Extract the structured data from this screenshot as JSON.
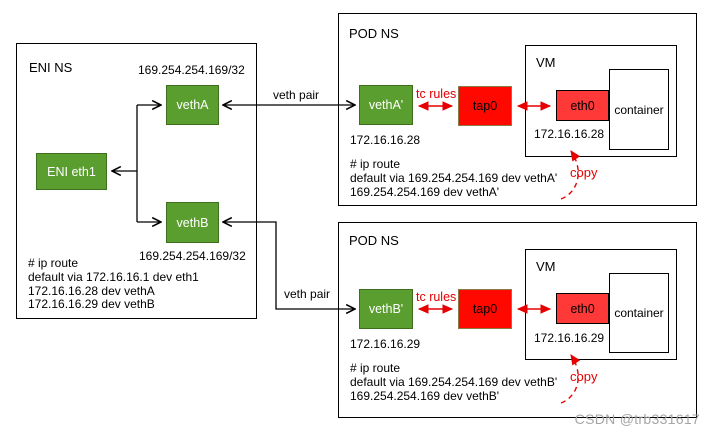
{
  "colors": {
    "node_green": "#5a9e2f",
    "tap_red": "#fe0800",
    "eth_red": "#ff3838",
    "arrow_red": "#e60000",
    "line_black": "#000000",
    "watermark_gray": "#a6a6a6"
  },
  "eni_ns": {
    "title": "ENI NS",
    "subnet_top": "169.254.254.169/32",
    "subnet_bottom": "169.254.254.169/32",
    "veth_a": "vethA",
    "eni_eth1": "ENI eth1",
    "veth_b": "vethB",
    "route": {
      "line1": "# ip route",
      "line2": "default via 172.16.16.1 dev eth1",
      "line3": "172.16.16.28 dev vethA",
      "line4": "172.16.16.29 dev vethB"
    }
  },
  "links": {
    "veth_pair_top": "veth pair",
    "veth_pair_bottom": "veth pair"
  },
  "pod1": {
    "title": "POD NS",
    "veth": "vethA'",
    "veth_ip": "172.16.16.28",
    "tc_rules": "tc rules",
    "tap": "tap0",
    "copy": "copy",
    "vm": {
      "title": "VM",
      "eth": "eth0",
      "eth_ip": "172.16.16.28",
      "container": "container"
    },
    "route": {
      "line1": "# ip route",
      "line2": "default via 169.254.254.169 dev vethA'",
      "line3": "169.254.254.169 dev vethA'"
    }
  },
  "pod2": {
    "title": "POD NS",
    "veth": "vethB'",
    "veth_ip": "172.16.16.29",
    "tc_rules": "tc rules",
    "tap": "tap0",
    "copy": "copy",
    "vm": {
      "title": "VM",
      "eth": "eth0",
      "eth_ip": "172.16.16.29",
      "container": "container"
    },
    "route": {
      "line1": "# ip route",
      "line2": "default via 169.254.254.169 dev vethB'",
      "line3": "169.254.254.169 dev vethB'"
    }
  },
  "watermark": "CSDN @trb331617"
}
